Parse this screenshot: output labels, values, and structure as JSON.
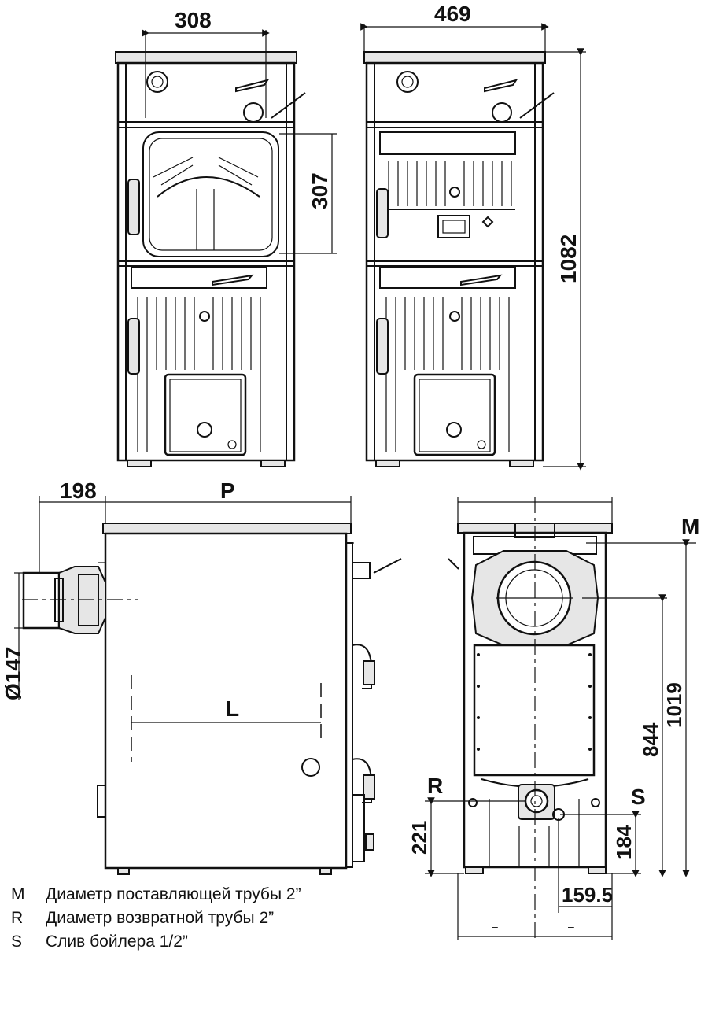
{
  "dimensions": {
    "front_width": "308",
    "side_width": "469",
    "door_height": "307",
    "total_height": "1082",
    "burner_offset": "198",
    "depth_label": "P",
    "length_label": "L",
    "flue_diameter": "Ø147",
    "connection_m": "M",
    "connection_r": "R",
    "connection_s": "S",
    "height_m": "1019",
    "height_flue": "844",
    "height_r": "221",
    "height_s": "184",
    "offset_s": "159.5",
    "unlabeled_tick": "–"
  },
  "legend": [
    {
      "key": "M",
      "text": "Диаметр поставляющей трубы 2”"
    },
    {
      "key": "R",
      "text": "Диаметр возвратной трубы 2”"
    },
    {
      "key": "S",
      "text": "Слив бойлера 1/2”"
    }
  ]
}
